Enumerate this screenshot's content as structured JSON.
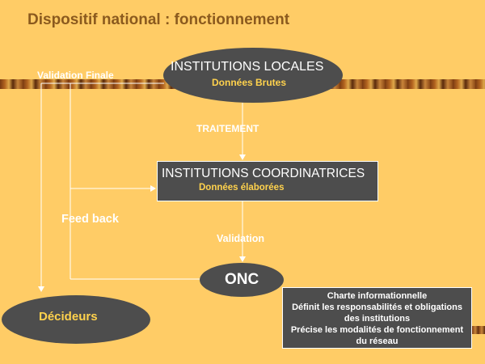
{
  "title": "Dispositif national : fonctionnement",
  "nodes": {
    "institutions_locales": {
      "label": "INSTITUTIONS LOCALES",
      "sub": "Données Brutes"
    },
    "institutions_coordinatrices": {
      "label": "INSTITUTIONS COORDINATRICES",
      "sub": "Données élaborées"
    },
    "onc": {
      "label": "ONC"
    },
    "decideurs": {
      "label": "Décideurs"
    }
  },
  "edge_labels": {
    "validation_finale": "Validation Finale",
    "traitement": "TRAITEMENT",
    "feed_back": "Feed back",
    "validation": "Validation"
  },
  "charte": {
    "lines": [
      "Charte informationnelle",
      "Définit les responsabilités et obligations",
      "des institutions",
      "Précise les modalités de fonctionnement",
      "du réseau"
    ]
  },
  "colors": {
    "background": "#FFCC66",
    "shape_fill": "#4D4D4D",
    "title": "#8B5A1E",
    "sub_label": "#FFD24D",
    "line": "#ffffff"
  }
}
